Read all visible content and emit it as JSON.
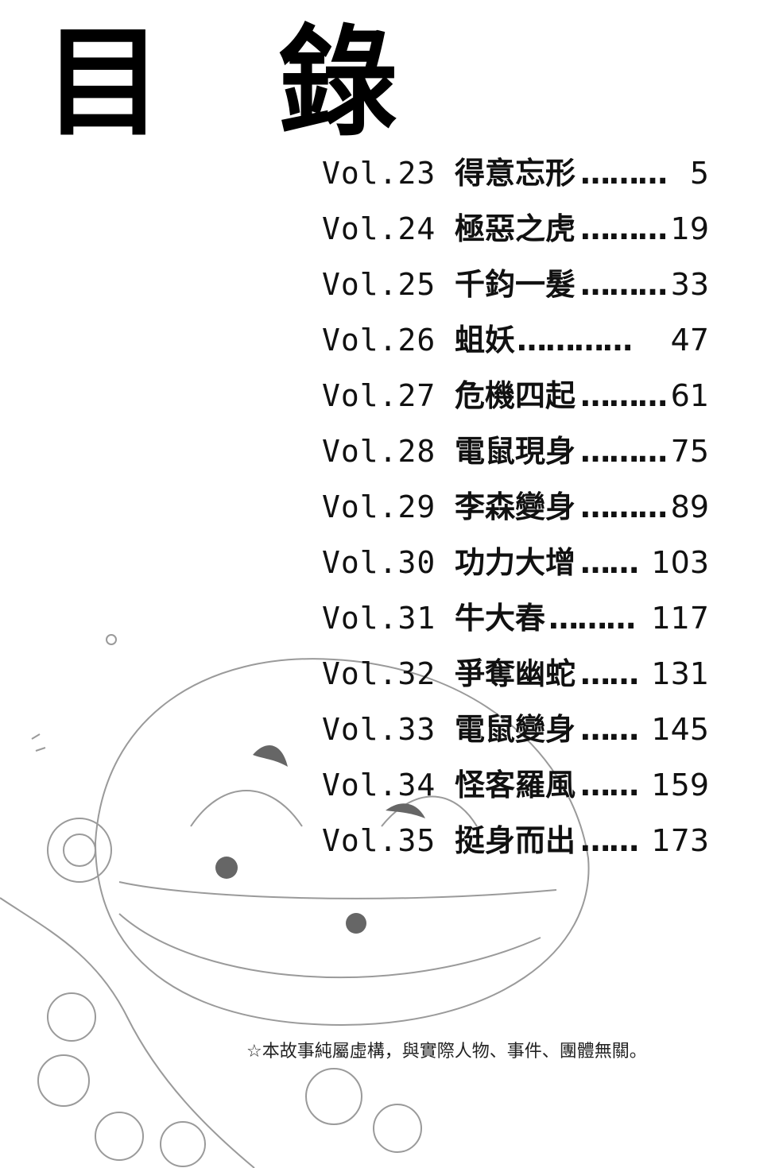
{
  "title": [
    "目",
    "錄"
  ],
  "toc": [
    {
      "vol": "Vol.23",
      "chapter": "得意忘形",
      "dots": "……… ",
      "page": "5"
    },
    {
      "vol": "Vol.24",
      "chapter": "極惡之虎",
      "dots": "………",
      "page": "19"
    },
    {
      "vol": "Vol.25",
      "chapter": "千鈞一髮",
      "dots": "………",
      "page": "33"
    },
    {
      "vol": "Vol.26",
      "chapter": "蛆妖",
      "dots": "…………",
      "page": "47"
    },
    {
      "vol": "Vol.27",
      "chapter": "危機四起",
      "dots": "………",
      "page": "61"
    },
    {
      "vol": "Vol.28",
      "chapter": "電鼠現身",
      "dots": "………",
      "page": "75"
    },
    {
      "vol": "Vol.29",
      "chapter": "李森變身",
      "dots": "………",
      "page": "89"
    },
    {
      "vol": "Vol.30",
      "chapter": "功力大增",
      "dots": "……",
      "page": "103"
    },
    {
      "vol": "Vol.31",
      "chapter": "牛大春",
      "dots": "………",
      "page": "117"
    },
    {
      "vol": "Vol.32",
      "chapter": "爭奪幽蛇",
      "dots": "……",
      "page": "131"
    },
    {
      "vol": "Vol.33",
      "chapter": "電鼠變身",
      "dots": "……",
      "page": "145"
    },
    {
      "vol": "Vol.34",
      "chapter": "怪客羅風",
      "dots": "……",
      "page": "159"
    },
    {
      "vol": "Vol.35",
      "chapter": "挺身而出",
      "dots": "……",
      "page": "173"
    }
  ],
  "disclaimer": "☆本故事純屬虛構，與實際人物、事件、團體無關。"
}
